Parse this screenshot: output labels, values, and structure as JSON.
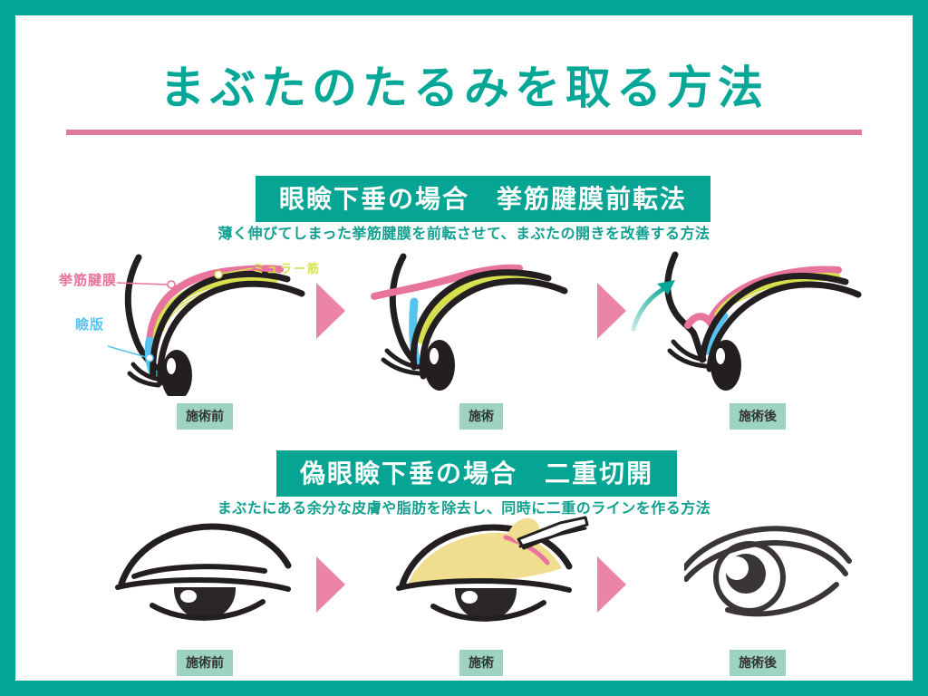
{
  "page": {
    "title": "まぶたのたるみを取る方法",
    "border_color": "#05a797",
    "accent_pink": "#e0799d"
  },
  "sections": [
    {
      "id": "ptosis",
      "banner": "眼瞼下垂の場合　挙筋腱膜前転法",
      "subtitle": "薄く伸びてしまった挙筋腱膜を前転させて、まぶたの開きを改善する方法",
      "labels": [
        {
          "name": "挙筋腱膜",
          "color": "#e8739c"
        },
        {
          "name": "ミュラー筋",
          "color": "#d7e04e"
        },
        {
          "name": "瞼版",
          "color": "#57c3ef"
        }
      ],
      "steps": [
        {
          "caption": "施術前"
        },
        {
          "caption": "施術"
        },
        {
          "caption": "施術後"
        }
      ]
    },
    {
      "id": "pseudo-ptosis",
      "banner": "偽眼瞼下垂の場合　二重切開",
      "subtitle": "まぶたにある余分な皮膚や脂肪を除去し、同時に二重のラインを作る方法",
      "steps": [
        {
          "caption": "施術前"
        },
        {
          "caption": "施術"
        },
        {
          "caption": "施術後"
        }
      ]
    }
  ],
  "palette": {
    "aponeurosis": "#e8739c",
    "muller": "#d7e04e",
    "tarsus": "#57c3ef",
    "fat": "#f0dd90",
    "outline": "#231f20",
    "arrow": "#e8739c",
    "improve_arrow": "#06a492",
    "chip_bg": "#9ed3c4",
    "banner_bg": "#06a492"
  }
}
